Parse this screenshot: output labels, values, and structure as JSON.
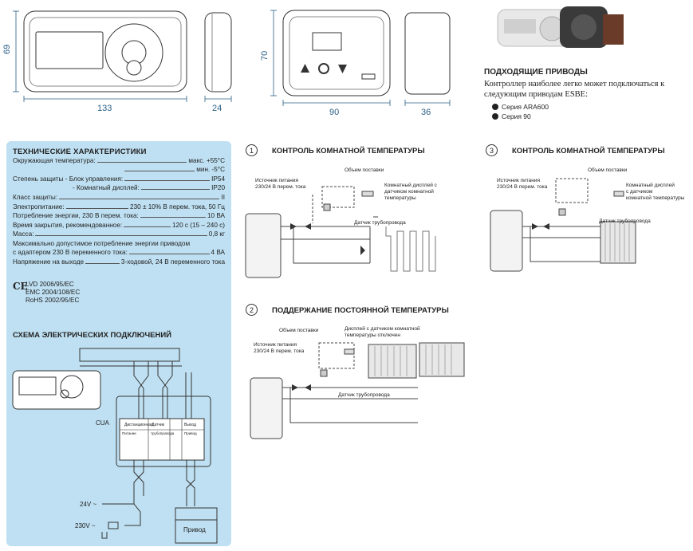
{
  "dimensions": {
    "controller_height": "69",
    "controller_width": "133",
    "controller_depth": "24",
    "display_height": "70",
    "display_width": "90",
    "display_depth": "36"
  },
  "actuators": {
    "title": "ПОДХОДЯЩИЕ ПРИВОДЫ",
    "text": "Контроллер наиболее легко может подключаться к следующим приводам ESBE:",
    "items": [
      "Серия ARA600",
      "Серия 90"
    ]
  },
  "specs": {
    "title": "ТЕХНИЧЕСКИЕ ХАРАКТЕРИСТИКИ",
    "rows": [
      {
        "label": "Окружающая температура:",
        "value": "макс. +55°C"
      },
      {
        "label": "",
        "value": "мин. -5°C"
      },
      {
        "label": "Степень защиты - Блок управления:",
        "value": "IP54"
      },
      {
        "label": "- Комнатный дисплей:",
        "value": "IP20"
      },
      {
        "label": "Класс защиты:",
        "value": "II"
      },
      {
        "label": "Электропитание:",
        "value": "230 ± 10% В перем. тока, 50 Гц"
      },
      {
        "label": "Потребление энергии, 230 В перем. тока:",
        "value": "10 ВА"
      },
      {
        "label": "Время закрытия, рекомендованное:",
        "value": "120 с (15 – 240 с)"
      },
      {
        "label": "Масса:",
        "value": "0,8 кг"
      }
    ],
    "power_line_1": "Максимально допустимое потребление энергии приводом",
    "power_line_2_label": "с адаптером 230 В переменного тока:",
    "power_line_2_value": "4 ВА",
    "output_label": "Напряжение на выходе",
    "output_value": "3-ходовой, 24 В переменного тока",
    "ce": {
      "mark": "CE",
      "lines": [
        "LVD 2006/95/EC",
        "EMC 2004/108/EC",
        "RoHS 2002/95/EC"
      ]
    }
  },
  "wiring": {
    "title": "СХЕМА ЭЛЕКТРИЧЕСКИХ ПОДКЛЮЧЕНИЙ",
    "cua": "CUA",
    "v24": "24V ~",
    "v230": "230V ~",
    "actuator": "Привод",
    "terminal_groups": [
      "Дистанционная",
      "Датчик",
      "Выход"
    ],
    "terminal_sub": [
      "Питание",
      "трубопровода",
      "Привод"
    ]
  },
  "diagrams": [
    {
      "number": "1",
      "title": "КОНТРОЛЬ КОМНАТНОЙ ТЕМПЕРАТУРЫ",
      "supply_volume": "Объем поставки",
      "power_source": "Источник питания\n230/24 В перем. тока",
      "room_display": "Комнатный дисплей с\nдатчиком комнатной\nтемпературы",
      "pipe_sensor": "Датчик трубопровода"
    },
    {
      "number": "3",
      "title": "КОНТРОЛЬ КОМНАТНОЙ ТЕМПЕРАТУРЫ",
      "supply_volume": "Объем поставки",
      "power_source": "Источник питания\n230/24 В перем. тока",
      "room_display": "Комнатный дисплей\nс датчиком\nкомнатной температуры",
      "pipe_sensor": "Датчик трубопровода"
    },
    {
      "number": "2",
      "title": "ПОДДЕРЖАНИЕ ПОСТОЯННОЙ ТЕМПЕРАТУРЫ",
      "supply_volume": "Объем поставки",
      "power_source": "Источник питания\n230/24 В перем. тока",
      "room_display": "Дисплей с датчиком комнатной\nтемпературы отключен",
      "pipe_sensor": "Датчик трубопровода"
    }
  ],
  "colors": {
    "panel": "#bfe0f2",
    "dim_text": "#2a5f86"
  }
}
